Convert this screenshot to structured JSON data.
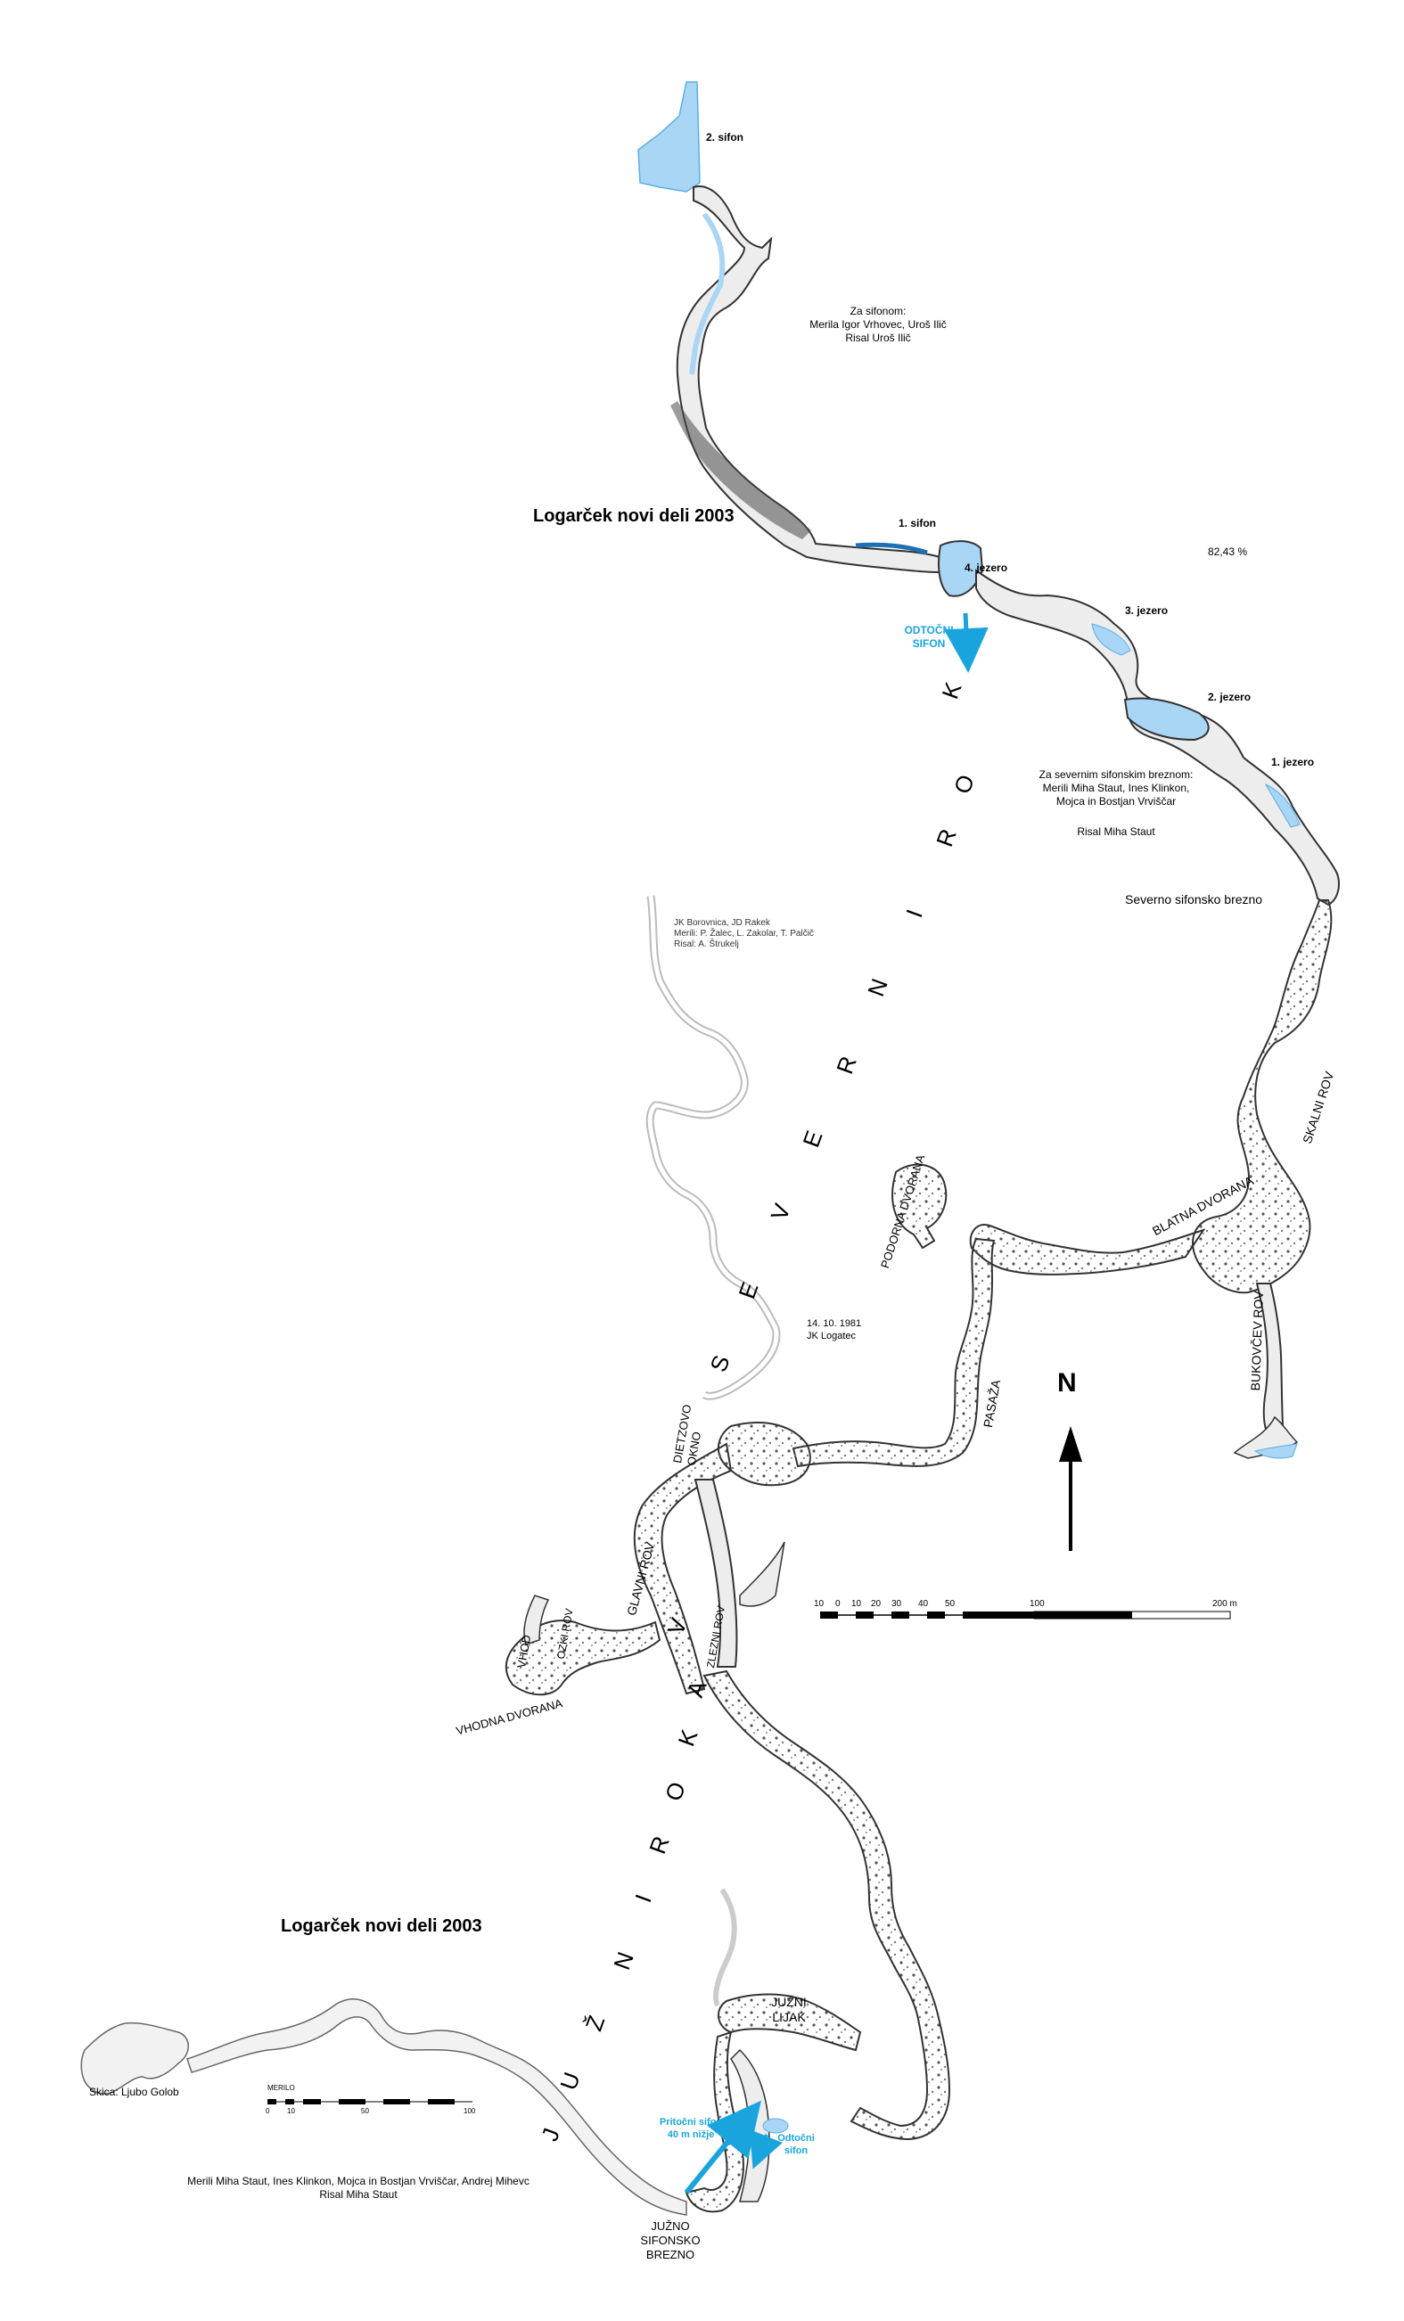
{
  "labels": {
    "sifon2": "2. sifon",
    "za_sifonom": [
      "Za sifonom:",
      "Merila Igor Vrhovec, Uroš Ilič",
      "Risal Uroš Ilič"
    ],
    "title_top": "Logarček novi deli 2003",
    "sifon1": "1. sifon",
    "jezero4": "4. jezero",
    "percent": "82,43 %",
    "jezero3": "3. jezero",
    "odtocni_sifon_top": [
      "ODTOČNI",
      "SIFON"
    ],
    "jezero2": "2. jezero",
    "jezero1": "1. jezero",
    "za_severnim": [
      "Za severnim sifonskim breznom:",
      "Merili Miha Staut, Ines Klinkon,",
      "Mojca in Bostjan Vrviščar"
    ],
    "risal_staut": "Risal Miha Staut",
    "severno_brezno": "Severno sifonsko brezno",
    "jk_borovnica": [
      "JK Borovnica, JD Rakek",
      "Merili: P. Žalec, L. Zakolar, T. Palčič",
      "Risal: A. Štrukelj"
    ],
    "date_jk": [
      "14. 10. 1981",
      "JK Logatec"
    ],
    "north": "N",
    "title_bottom": "Logarček novi deli 2003",
    "skica": "Skica: Ljubo Golob",
    "merilo": "MERILO",
    "pritocni": [
      "Pritočni sifon",
      "40 m nižje"
    ],
    "odtocni_bottom": [
      "Odtočni",
      "sifon"
    ],
    "merili_bottom": [
      "Merili Miha Staut, Ines Klinkon, Mojca in Bostjan Vrviščar, Andrej Mihevc",
      "Risal Miha Staut"
    ],
    "juzni_brezno": [
      "JUŽNO",
      "SIFONSKO",
      "BREZNO"
    ],
    "juzni_lijak": [
      "JUŽNI",
      "LIJAK"
    ],
    "skalni_rov": "SKALNI  ROV",
    "blatna": "BLATNA  DVORANA",
    "bukovcev": "BUKOVČEV  ROV",
    "podorna": "PODORNA  DVORANA",
    "pasaza": "PASAŽA",
    "dietzovo": [
      "DIETZOVO",
      "OKNO"
    ],
    "glavni": "GLAVNI  ROV",
    "vhod": "VHOD",
    "vhodna": "VHODNA  DVORANA",
    "ozki": "OZKI  ROV",
    "zlezni": "ZLEZNI  ROV",
    "severni_rokav": [
      "S",
      "E",
      "V",
      "E",
      "R",
      "N",
      "I",
      "R",
      "O",
      "K",
      "A",
      "V"
    ],
    "juzni_rokav": [
      "J",
      "U",
      "Ž",
      "N",
      "I",
      "R",
      "O",
      "K",
      "A",
      "V"
    ],
    "scale_ticks": [
      "10",
      "0",
      "10",
      "20",
      "30",
      "40",
      "50",
      "100",
      "200 m"
    ],
    "scale_bottom_ticks": [
      "0",
      "10",
      "50",
      "100"
    ]
  },
  "colors": {
    "water": "#a9d6f5",
    "water_stroke": "#5aaee0",
    "accent_blue": "#1aa4dd",
    "passage_fill": "#ededed",
    "rock_dark": "#4a4a4a"
  }
}
